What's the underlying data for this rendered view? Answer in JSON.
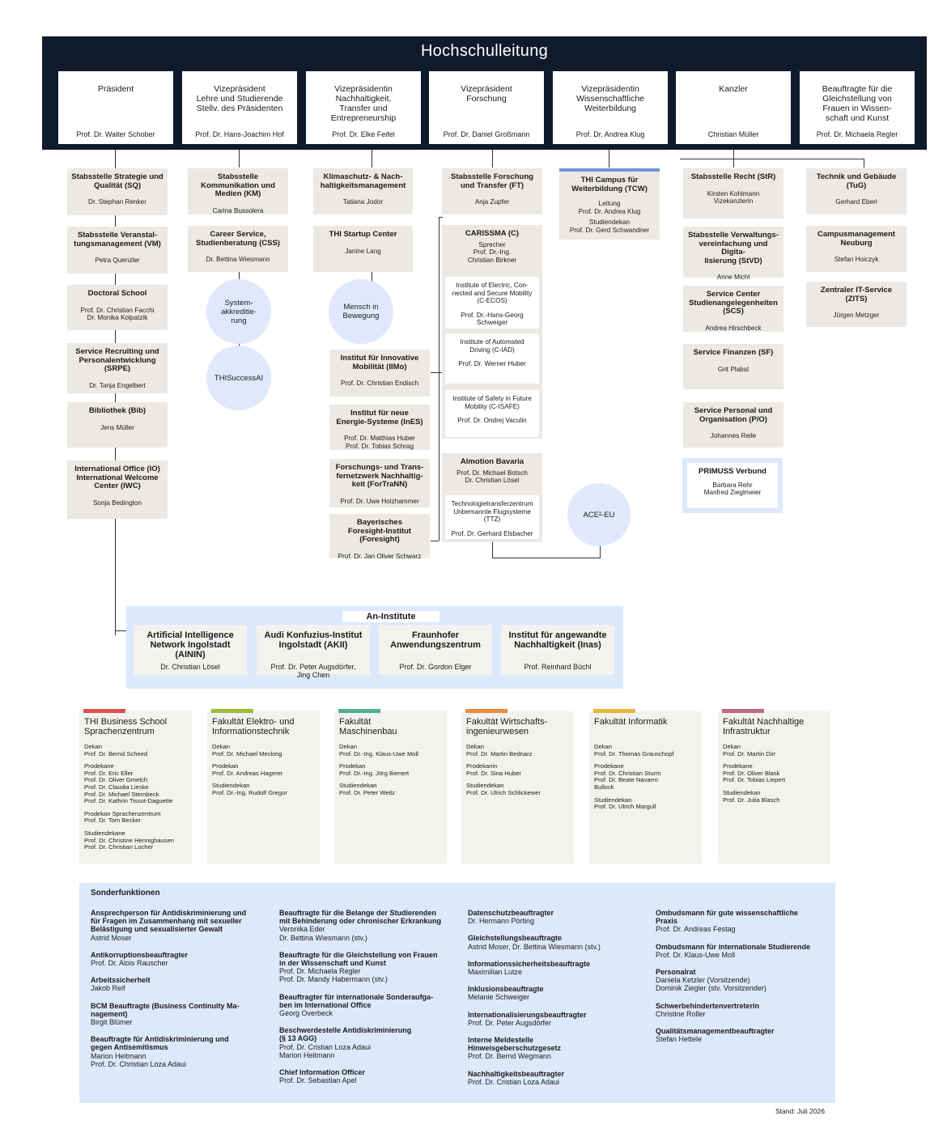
{
  "title": "Hochschulleitung",
  "leadership": [
    {
      "title": "Präsident",
      "person": "Prof. Dr. Walter Schober"
    },
    {
      "title": "Vizepräsident\nLehre und Studierende\nStellv. des Präsidenten",
      "person": "Prof. Dr. Hans-Joachim Hof"
    },
    {
      "title": "Vizepräsidentin\nNachhaltigkeit,\nTransfer und\nEntrepreneurship",
      "person": "Prof. Dr. Elke Feifel"
    },
    {
      "title": "Vizepräsident\nForschung",
      "person": "Prof. Dr. Daniel Großmann"
    },
    {
      "title": "Vizepräsidentin\nWissenschaftliche\nWeiterbildung",
      "person": "Prof. Dr. Andrea Klug"
    },
    {
      "title": "Kanzler",
      "person": "Christian Müller"
    },
    {
      "title": "Beauftragte für die\nGleichstellung von\nFrauen in Wissen-\nschaft und Kunst",
      "person": "Prof. Dr. Michaela Regler"
    }
  ],
  "col1": [
    {
      "title": "Stabsstelle Strategie und\nQualität (SQ)",
      "person": "Dr. Stephan Renker"
    },
    {
      "title": "Stabsstelle Veranstal-\ntungsmanagement (VM)",
      "person": "Petra Quenzler"
    },
    {
      "title": "Doctoral School",
      "person": "Prof. Dr. Christian Facchi\nDr. Monika Kolpatzik"
    },
    {
      "title": "Service Recruiting und\nPersonalentwicklung\n(SRPE)",
      "person": "Dr. Tanja Engelbert"
    },
    {
      "title": "Bibliothek (Bib)",
      "person": "Jens Müller"
    },
    {
      "title": "International Office (IO)\nInternational Welcome\nCenter (IWC)",
      "person": "Sonja Bedington"
    }
  ],
  "col2": [
    {
      "title": "Stabsstelle\nKommunikation und\nMedien (KM)",
      "person": "Carina Bussolera"
    },
    {
      "title": "Career Service,\nStudienberatung (CSS)",
      "person": "Dr. Bettina Wiesmann"
    }
  ],
  "col2_circles": [
    "System-\nakkreditie-\nrung",
    "THISuccessAI"
  ],
  "col3": [
    {
      "title": "Klimaschutz- & Nach-\nhaltigkeitsmanagement",
      "person": "Tatiana Jodor"
    },
    {
      "title": "THI Startup Center",
      "person": "Janine Lang"
    }
  ],
  "col3_circle": "Mensch in\nBewegung",
  "col3_inst": [
    {
      "title": "Institut für Innovative\nMobilität (IIMo)",
      "person": "Prof. Dr. Christian Endisch"
    },
    {
      "title": "Institut für neue\nEnergie-Systeme (InES)",
      "person": "Prof. Dr. Matthias Huber\nProf. Dr. Tobias Schrag"
    },
    {
      "title": "Forschungs- und Trans-\nfernetzwerk Nachhaltig-\nkeit (ForTraNN)",
      "person": "Prof. Dr. Uwe Holzhammer"
    },
    {
      "title": "Bayerisches\nForesight-Institut\n(Foresight)",
      "person": "Prof. Dr. Jan Oliver Schwarz"
    }
  ],
  "col4": {
    "ft": {
      "title": "Stabsstelle Forschung\nund Transfer (FT)",
      "person": "Anja Zupfer"
    },
    "carissma": {
      "title": "CARISSMA (C)",
      "person": "Sprecher\nProf. Dr.-Ing.\nChristian Birkner"
    },
    "carissma_subs": [
      {
        "title": "Institute of Electric, Con-\nnected and Secure Mobility\n(C-ECOS)",
        "person": "Prof. Dr.-Hans-Georg\nSchweiger"
      },
      {
        "title": "Institute of Automated\nDriving (C-IAD)",
        "person": "Prof. Dr. Werner Huber"
      },
      {
        "title": "Institute of Safety in Future\nMobility (C-ISAFE)",
        "person": "Prof. Dr. Ondrej Vaculin"
      }
    ],
    "almotion": {
      "title": "AImotion Bavaria",
      "person": "Prof. Dr. Michael Botsch\nDr. Christian Lösel"
    },
    "ttz": {
      "title": "Technologietransferzentrum\nUnbemannte Flugsysteme\n(TTZ)",
      "person": "Prof. Dr. Gerhard Elsbacher"
    },
    "ace": "ACE²-EU"
  },
  "col5": {
    "title": "THI Campus für\nWeiterbildung (TCW)",
    "person": "Leitung\nProf. Dr. Andrea Klug",
    "extra": "Studiendekan\nProf. Dr. Gerd Schwandner"
  },
  "col6": [
    {
      "title": "Stabsstelle Recht (StR)",
      "person": "Kirsten Kohlmann\nVizekanzlerin"
    },
    {
      "title": "Stabsstelle Verwaltungs-\nvereinfachung und Digita-\nlisierung (StVD)",
      "person": "Anne Michl"
    },
    {
      "title": "Service Center\nStudienangelegenheiten\n(SCS)",
      "person": "Andrea Hirschbeck"
    },
    {
      "title": "Service Finanzen (SF)",
      "person": "Grit Plabst"
    },
    {
      "title": "Service Personal und\nOrganisation (P/O)",
      "person": "Johannes Reile"
    }
  ],
  "primuss": {
    "title": "PRIMUSS Verbund",
    "person": "Barbara Rehr\nManfred Zieglmeier"
  },
  "col7": [
    {
      "title": "Technik und Gebäude\n(TuG)",
      "person": "Gerhard Eberl"
    },
    {
      "title": "Campusmanagement\nNeuburg",
      "person": "Stefan Hoiczyk"
    },
    {
      "title": "Zentraler IT-Service\n(ZITS)",
      "person": "Jürgen Metzger"
    }
  ],
  "an_institute": {
    "title": "An-Institute",
    "items": [
      {
        "title": "Artificial Intelligence\nNetwork Ingolstadt\n(AININ)",
        "person": "Dr. Christian Lösel"
      },
      {
        "title": "Audi Konfuzius-Institut\nIngolstadt (AKII)",
        "person": "Prof. Dr. Peter Augsdörfer,\nJing Chen"
      },
      {
        "title": "Fraunhofer\nAnwendungszentrum",
        "person": "Prof. Dr. Gordon Elger"
      },
      {
        "title": "Institut für angewandte\nNachhaltigkeit (Inas)",
        "person": "Prof. Reinhard Büchl"
      }
    ]
  },
  "faculties": [
    {
      "title": "THI Business School\nSprachenzentrum",
      "color": "#d9534f",
      "sections": [
        "Dekan\nProf. Dr. Bernd Scheed",
        "Prodekane\nProf. Dr. Eric Eller\nProf. Dr. Oliver Gmelch\nProf. Dr. Claudia Lieske\nProf. Dr. Michael Sternbeck\nProf. Dr. Kathrin Tissot-Daguette",
        "Prodekan Sprachenzentrum\nProf. Dr. Tom Becker",
        "Studiendekane\nProf. Dr. Christine Hennighausen\nProf. Dr. Christian Locher"
      ]
    },
    {
      "title": "Fakultät Elektro- und\nInformationstechnik",
      "color": "#9bbd3a",
      "sections": [
        "Dekan\nProf. Dr. Michael Mecking",
        "Prodekan\nProf. Dr. Andreas Hagerer",
        "Studiendekan\nProf. Dr.-Ing. Rudolf Gregor"
      ]
    },
    {
      "title": "Fakultät\nMaschinenbau",
      "color": "#4fae94",
      "sections": [
        "Dekan\nProf. Dr.-Ing. Klaus-Uwe Moll",
        "Prodekan\nProf. Dr.-Ing. Jörg Bienert",
        "Studiendekan\nProf. Dr. Peter Weitz"
      ]
    },
    {
      "title": "Fakultät Wirtschafts-\ningenieurwesen",
      "color": "#ee8a3c",
      "sections": [
        "Dekan\nProf. Dr. Martin Bednarz",
        "Prodekanin\nProf. Dr. Sina Huber",
        "Studiendekan\nProf. Dr. Ulrich Schlickewei"
      ]
    },
    {
      "title": "Fakultät Informatik",
      "color": "#e6b63a",
      "sections": [
        "Dekan\nProf. Dr. Thomas Grauschopf",
        "Prodekane\nProf. Dr. Christian Sturm\nProf. Dr. Beate Navarro\nBullock",
        "Studiendekan\nProf. Dr. Ulrich Margull"
      ]
    },
    {
      "title": "Fakultät Nachhaltige\nInfrastruktur",
      "color": "#c06a86",
      "sections": [
        "Dekan\nProf. Dr. Martin Dirr",
        "Prodekane\nProf. Dr. Oliver Blask\nProf. Dr. Tobias Liepert",
        "Studiendekan\nProf. Dr. Julia Blasch"
      ]
    }
  ],
  "sonder": {
    "title": "Sonderfunktionen",
    "columns": [
      [
        {
          "h": "Ansprechperson für Antidiskriminierung und\nfür Fragen im Zusammenhang mit sexueller\nBelästigung und sexualisierter Gewalt",
          "p": "Astrid Moser"
        },
        {
          "h": "Antikorruptionsbeauftragter",
          "p": "Prof. Dr. Alois Rauscher"
        },
        {
          "h": "Arbeitssicherheit",
          "p": "Jakob Reif"
        },
        {
          "h": "BCM Beauftragte (Business Continuity Ma-\nnagement)",
          "p": "Birgit Blümer"
        },
        {
          "h": "Beauftragte für Antidiskriminierung und\ngegen Antisemitismus",
          "p": "Marion Heitmann\nProf. Dr. Christian Loza Adaui"
        }
      ],
      [
        {
          "h": "Beauftragte für die Belange der Studierenden\nmit Behinderung oder chronischer Erkrankung",
          "p": "Veronika Eder\nDr. Bettina Wiesmann (stv.)"
        },
        {
          "h": "Beauftragte für die Gleichstellung von Frauen\nin der Wissenschaft und Kunst",
          "p": "Prof. Dr. Michaela Regler\nProf. Dr. Mandy Habermann (stv.)"
        },
        {
          "h": "Beauftragter für internationale Sonderaufga-\nben im International Office",
          "p": "Georg Overbeck"
        },
        {
          "h": "Beschwerdestelle Antidiskriminierung\n(§ 13 AGG)",
          "p": "Prof. Dr. Cristian Loza Adaui\nMarion Heitmann"
        },
        {
          "h": "Chief Information Officer",
          "p": "Prof. Dr. Sebastian Apel"
        }
      ],
      [
        {
          "h": "Datenschutzbeauftragter",
          "p": "Dr. Hermann Pörting"
        },
        {
          "h": "Gleichstellungsbeauftragte",
          "p": "Astrid Moser, Dr. Bettina Wiesmann (stv.)"
        },
        {
          "h": "Informationssicherheitsbeauftragte",
          "p": "Maximilian Lutze"
        },
        {
          "h": "Inklusionsbeauftragte",
          "p": "Melanie Schweiger"
        },
        {
          "h": "Internationalisierungsbeauftragter",
          "p": "Prof. Dr. Peter Augsdörfer"
        },
        {
          "h": "Interne Meldestelle\nHinweisgeberschutzgesetz",
          "p": "Prof. Dr. Bernd Wegmann"
        },
        {
          "h": "Nachhaltigkeitsbeauftragter",
          "p": "Prof. Dr. Cristian Loza Adaui"
        }
      ],
      [
        {
          "h": "Ombudsmann für gute wissenschaftliche\nPraxis",
          "p": "Prof. Dr. Andreas Festag"
        },
        {
          "h": "Ombudsmann für internationale Studierende",
          "p": "Prof. Dr. Klaus-Uwe Moll"
        },
        {
          "h": "Personalrat",
          "p": "Daniela Ketzler (Vorsitzende)\nDominik Ziegler (stv. Vorsitzender)"
        },
        {
          "h": "Schwerbehindertenvertreterin",
          "p": "Christine Roller"
        },
        {
          "h": "Qualitätsmanagementbeauftragter",
          "p": "Stefan Hettele"
        }
      ]
    ]
  },
  "stand": "Stand: Juli 2026"
}
